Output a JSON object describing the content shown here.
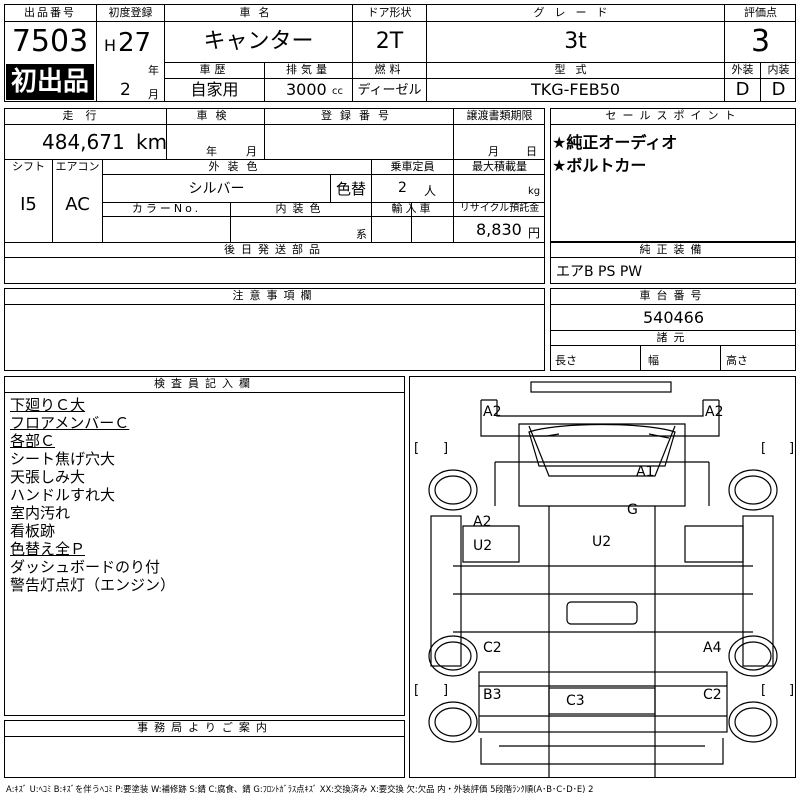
{
  "header": {
    "lot_label": "出品番号",
    "lot_number": "7503",
    "first_listing": "初出品",
    "reg_label": "初度登録",
    "era": "H",
    "reg_year": "27",
    "year_unit": "年",
    "reg_month": "2",
    "month_unit": "月",
    "name_label": "車名",
    "car_name": "キャンター",
    "door_label": "ドア形状",
    "door_value": "2T",
    "grade_label": "グレード",
    "grade_value": "3t",
    "score_label": "評価点",
    "score_value": "3",
    "history_label": "車歴",
    "history_value": "自家用",
    "disp_label": "排気量",
    "disp_value": "3000",
    "disp_unit": "cc",
    "fuel_label": "燃料",
    "fuel_value": "ディーゼル",
    "model_label": "型式",
    "model_value": "TKG-FEB50",
    "ext_label": "外装",
    "ext_value": "D",
    "int_label": "内装",
    "int_value": "D"
  },
  "row2": {
    "mileage_label": "走行",
    "mileage_value": "484,671",
    "mileage_unit": "km",
    "inspect_label": "車検",
    "inspect_year": "年",
    "inspect_month": "月",
    "regno_label": "登録番号",
    "transfer_label": "譲渡書類期限",
    "transfer_month": "月",
    "transfer_day": "日",
    "shift_label": "シフト",
    "shift_value": "I5",
    "ac_label": "エアコン",
    "ac_value": "AC",
    "color_label": "外装色",
    "color_value": "シルバー",
    "repaint_label": "色替",
    "cap_label": "乗車定員",
    "cap_value": "2",
    "cap_unit": "人",
    "load_label": "最大積載量",
    "load_unit": "kg",
    "colorno_label": "カラーNo.",
    "intcolor_label": "内装色",
    "intcolor_unit": "系",
    "import_label": "輸入車",
    "recycle_label": "リサイクル預託金",
    "recycle_value": "8,830",
    "recycle_unit": "円",
    "later_label": "後日発送部品"
  },
  "sales": {
    "label": "セールスポイント",
    "points": [
      "★純正オーディオ",
      "★ボルトカー"
    ]
  },
  "equipment": {
    "label": "純正装備",
    "value": "エアB PS PW"
  },
  "notes": {
    "label": "注意事項欄"
  },
  "chassis": {
    "label": "車台番号",
    "value": "540466",
    "dims_label": "諸元",
    "length_label": "長さ",
    "width_label": "幅",
    "height_label": "高さ"
  },
  "inspector": {
    "label": "検査員記入欄",
    "lines": [
      {
        "text": "下廻りＣ大",
        "u": true
      },
      {
        "text": "フロアメンバーＣ",
        "u": true
      },
      {
        "text": "各部Ｃ",
        "u": true
      },
      {
        "text": "シート焦げ穴大",
        "u": false
      },
      {
        "text": "天張しみ大",
        "u": false
      },
      {
        "text": "ハンドルすれ大",
        "u": false
      },
      {
        "text": "室内汚れ",
        "u": false
      },
      {
        "text": "看板跡",
        "u": false
      },
      {
        "text": "色替え全Ｐ",
        "u": true
      },
      {
        "text": "ダッシュボードのり付",
        "u": false
      },
      {
        "text": "警告灯点灯（エンジン）",
        "u": false
      }
    ]
  },
  "office": {
    "label": "事務局よりご案内"
  },
  "damage": {
    "marks": [
      "A2",
      "A2",
      "A1",
      "G",
      "A2",
      "U2",
      "U2",
      "C2",
      "A4",
      "B3",
      "C3",
      "C2"
    ]
  },
  "legend": "A:ｷｽﾞ U:ﾍｺﾐ B:ｷｽﾞを伴うﾍｺﾐ P:要塗装 W:補修跡 S:錆 C:腐食、錆 G:ﾌﾛﾝﾄｶﾞﾗｽ点ｷｽﾞ XX:交換済み X:要交換 欠:欠品 内・外装評価 5段階ﾗﾝｸ順(A･B･C･D･E) 2"
}
